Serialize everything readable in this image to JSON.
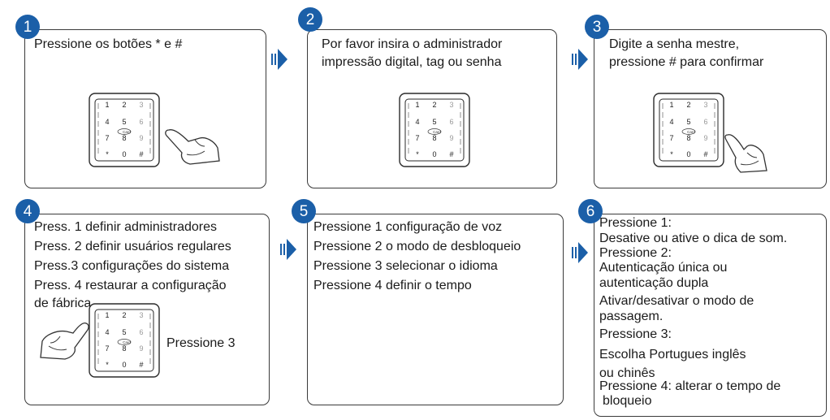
{
  "steps": [
    {
      "number": "1",
      "lines": [
        "Pressione os botões * e #"
      ]
    },
    {
      "number": "2",
      "lines": [
        "Por favor insira o administrador",
        "impressão digital, tag ou senha"
      ]
    },
    {
      "number": "3",
      "lines": [
        "Digite a senha mestre,",
        "pressione # para confirmar"
      ]
    },
    {
      "number": "4",
      "lines": [
        "Press. 1  definir administradores",
        "Press. 2  definir usuários regulares",
        "Press.3  configurações do sistema",
        "Press. 4  restaurar a configuração",
        "de fábrica"
      ],
      "caption": "Pressione 3"
    },
    {
      "number": "5",
      "lines": [
        "Pressione 1  configuração de voz",
        "Pressione 2  o modo de desbloqueio",
        "Pressione 3  selecionar o idioma",
        "Pressione 4  definir o tempo"
      ]
    },
    {
      "number": "6",
      "lines": [
        "Pressione 1:",
        "Desative ou ative o dica de som.",
        "Pressione 2:",
        "Autenticação única ou",
        "autenticação dupla",
        "Ativar/desativar o modo de",
        "passagem.",
        "Pressione 3:",
        "Escolha Portugues inglês",
        "ou chinês",
        "Pressione 4: alterar o tempo de",
        "bloqueio"
      ]
    }
  ],
  "keypad": {
    "keys": [
      "1",
      "2",
      "3",
      "4",
      "5",
      "6",
      "7",
      "8",
      "9",
      "*",
      "0",
      "#"
    ],
    "center_logo": "Card"
  },
  "colors": {
    "badge": "#1b5fa8",
    "arrow": "#1b5fa8",
    "border": "#3a3a3a"
  },
  "icons": {
    "arrow": "arrow-right-icon",
    "hand": "pointing-hand-icon"
  }
}
